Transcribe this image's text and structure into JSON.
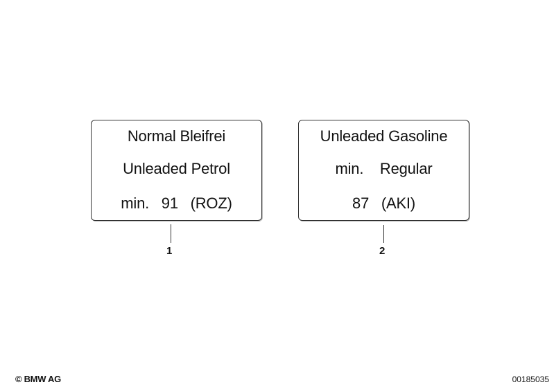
{
  "labels": [
    {
      "callout": "1",
      "lines": [
        "Normal Bleifrei",
        "Unleaded Petrol",
        "min.   91   (ROZ)"
      ]
    },
    {
      "callout": "2",
      "lines": [
        "Unleaded Gasoline",
        "min.    Regular",
        "87   (AKI)"
      ]
    }
  ],
  "footer": {
    "copyright": "© BMW AG",
    "image_number": "00185035"
  },
  "colors": {
    "border": "#333333",
    "text": "#111111",
    "background": "#ffffff"
  }
}
